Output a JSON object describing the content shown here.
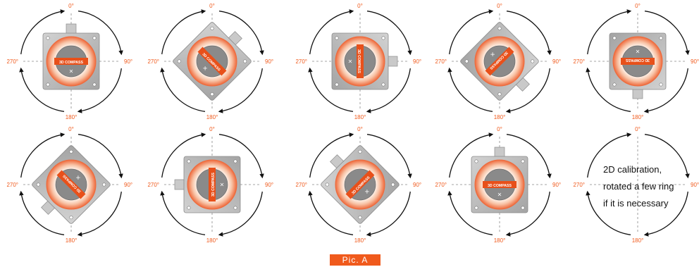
{
  "angle_labels": {
    "top": "0°",
    "right": "90°",
    "bottom": "180°",
    "left": "270°"
  },
  "compass_text": "3D COMPASS",
  "device_rotations_deg": [
    0,
    45,
    90,
    135,
    180,
    225,
    270,
    315,
    360
  ],
  "calibration_note": {
    "lines": [
      "2D calibration,",
      "rotated a few ring",
      "if it is necessary"
    ]
  },
  "caption": "Pic. A",
  "colors": {
    "label": "#f05a1c",
    "ring_outer": "#ee6a3c",
    "ring_inner": "#fde3d4",
    "housing": "#b5b5b5",
    "center": "#8a8a8a",
    "band": "#e8501a",
    "arc": "#111111",
    "guide": "#888888"
  }
}
